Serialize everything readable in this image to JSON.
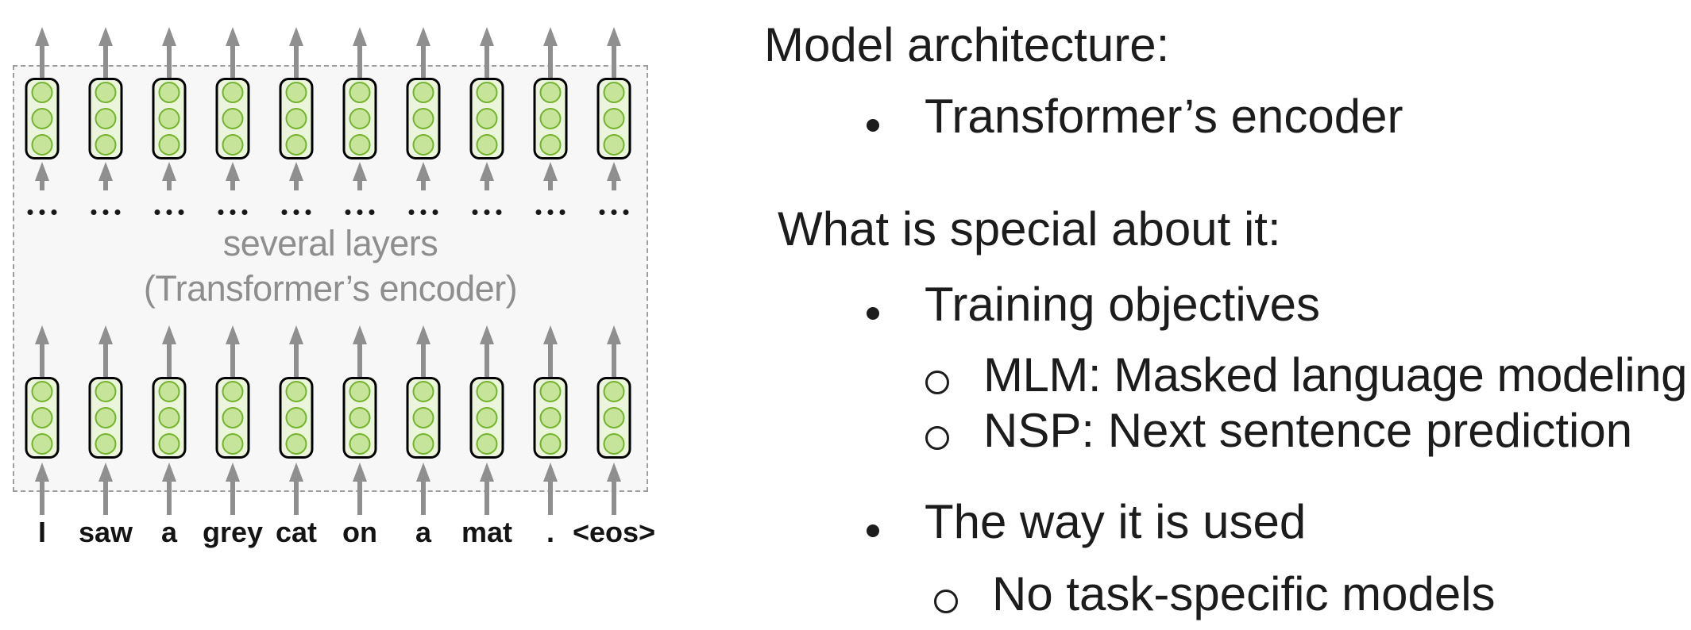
{
  "diagram": {
    "tokens": [
      "I",
      "saw",
      "a",
      "grey",
      "cat",
      "on",
      "a",
      "mat",
      ".",
      "<eos>"
    ],
    "layers_label": [
      "several layers",
      "(Transformer’s encoder)"
    ],
    "ellipsis": "...",
    "colors": {
      "cell_fill": "#eaf5dc",
      "cell_border": "#000000",
      "unit_fill": "#c6e59b",
      "unit_stroke": "#74b32e",
      "arrow_gray": "#8f8f8f",
      "box_background": "#f7f7f7",
      "box_border": "#9e9e9e",
      "label_gray": "#8e8e8e"
    }
  },
  "right_panel": {
    "bullet_char": "•",
    "sub_bullet_char": "o",
    "text_color": "#1c1c1c",
    "sections": [
      {
        "heading": "Model architecture:",
        "bullets": [
          {
            "label": "Transformer’s encoder",
            "subs": []
          }
        ]
      },
      {
        "heading": "What is special about it:",
        "bullets": [
          {
            "label": "Training objectives",
            "subs": [
              "MLM: Masked language modeling",
              "NSP: Next sentence prediction"
            ]
          },
          {
            "label": "The way it is used",
            "subs": [
              "No task-specific models"
            ]
          }
        ]
      }
    ]
  }
}
